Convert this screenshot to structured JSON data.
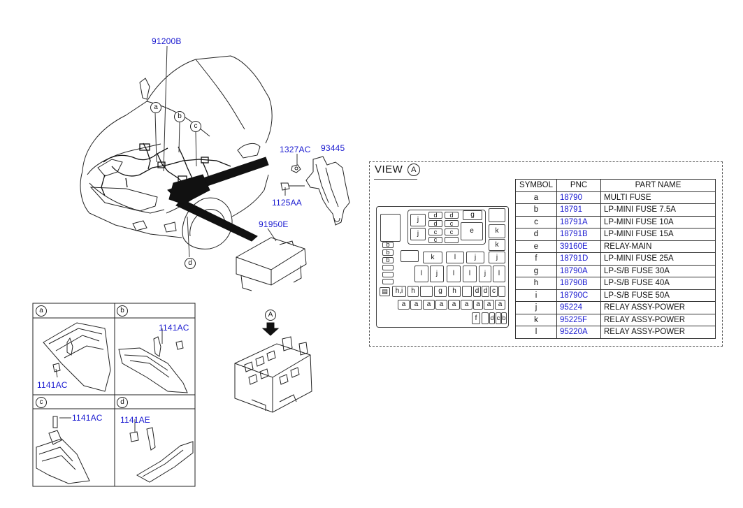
{
  "part_numbers": {
    "main_harness": "91200B",
    "nut": "1327AC",
    "bracket": "93445",
    "bolt_bracket": "1125AA",
    "junction_box": "91950E",
    "panel_a_bolt": "1141AC",
    "panel_b_bolt": "1141AC",
    "panel_c_bolt": "1141AC",
    "panel_d_bolt": "1141AE"
  },
  "callouts": {
    "a": "a",
    "b": "b",
    "c": "c",
    "d": "d",
    "view_marker": "A"
  },
  "panels": {
    "a": "a",
    "b": "b",
    "c": "c",
    "d": "d"
  },
  "view": {
    "title": "VIEW",
    "marker": "A"
  },
  "fuse_layout": {
    "top_block": [
      "j",
      "d",
      "d",
      "g",
      "d",
      "c",
      "e",
      "j",
      "c",
      "c",
      "c"
    ],
    "left_stack": [
      "b",
      "b",
      "b"
    ],
    "row2": [
      "k",
      "l",
      "j",
      "j"
    ],
    "row3": [
      "l",
      "j",
      "l",
      "l",
      "j",
      "l"
    ],
    "row4": [
      "h,i",
      "h",
      "g",
      "h",
      "d",
      "d",
      "c"
    ],
    "row5": [
      "a",
      "a",
      "a",
      "a",
      "a",
      "a",
      "a",
      "a",
      "a"
    ],
    "row6": [
      "f",
      "d",
      "c",
      "b"
    ],
    "right_col": [
      "k",
      "k"
    ]
  },
  "table": {
    "headers": [
      "SYMBOL",
      "PNC",
      "PART NAME"
    ],
    "rows": [
      {
        "symbol": "a",
        "pnc": "18790",
        "name": "MULTI FUSE"
      },
      {
        "symbol": "b",
        "pnc": "18791",
        "name": "LP-MINI FUSE 7.5A"
      },
      {
        "symbol": "c",
        "pnc": "18791A",
        "name": "LP-MINI FUSE 10A"
      },
      {
        "symbol": "d",
        "pnc": "18791B",
        "name": "LP-MINI FUSE 15A"
      },
      {
        "symbol": "e",
        "pnc": "39160E",
        "name": "RELAY-MAIN"
      },
      {
        "symbol": "f",
        "pnc": "18791D",
        "name": "LP-MINI FUSE 25A"
      },
      {
        "symbol": "g",
        "pnc": "18790A",
        "name": "LP-S/B FUSE 30A"
      },
      {
        "symbol": "h",
        "pnc": "18790B",
        "name": "LP-S/B FUSE 40A"
      },
      {
        "symbol": "i",
        "pnc": "18790C",
        "name": "LP-S/B FUSE 50A"
      },
      {
        "symbol": "j",
        "pnc": "95224",
        "name": "RELAY ASSY-POWER"
      },
      {
        "symbol": "k",
        "pnc": "95225F",
        "name": "RELAY ASSY-POWER"
      },
      {
        "symbol": "l",
        "pnc": "95220A",
        "name": "RELAY ASSY-POWER"
      }
    ]
  }
}
